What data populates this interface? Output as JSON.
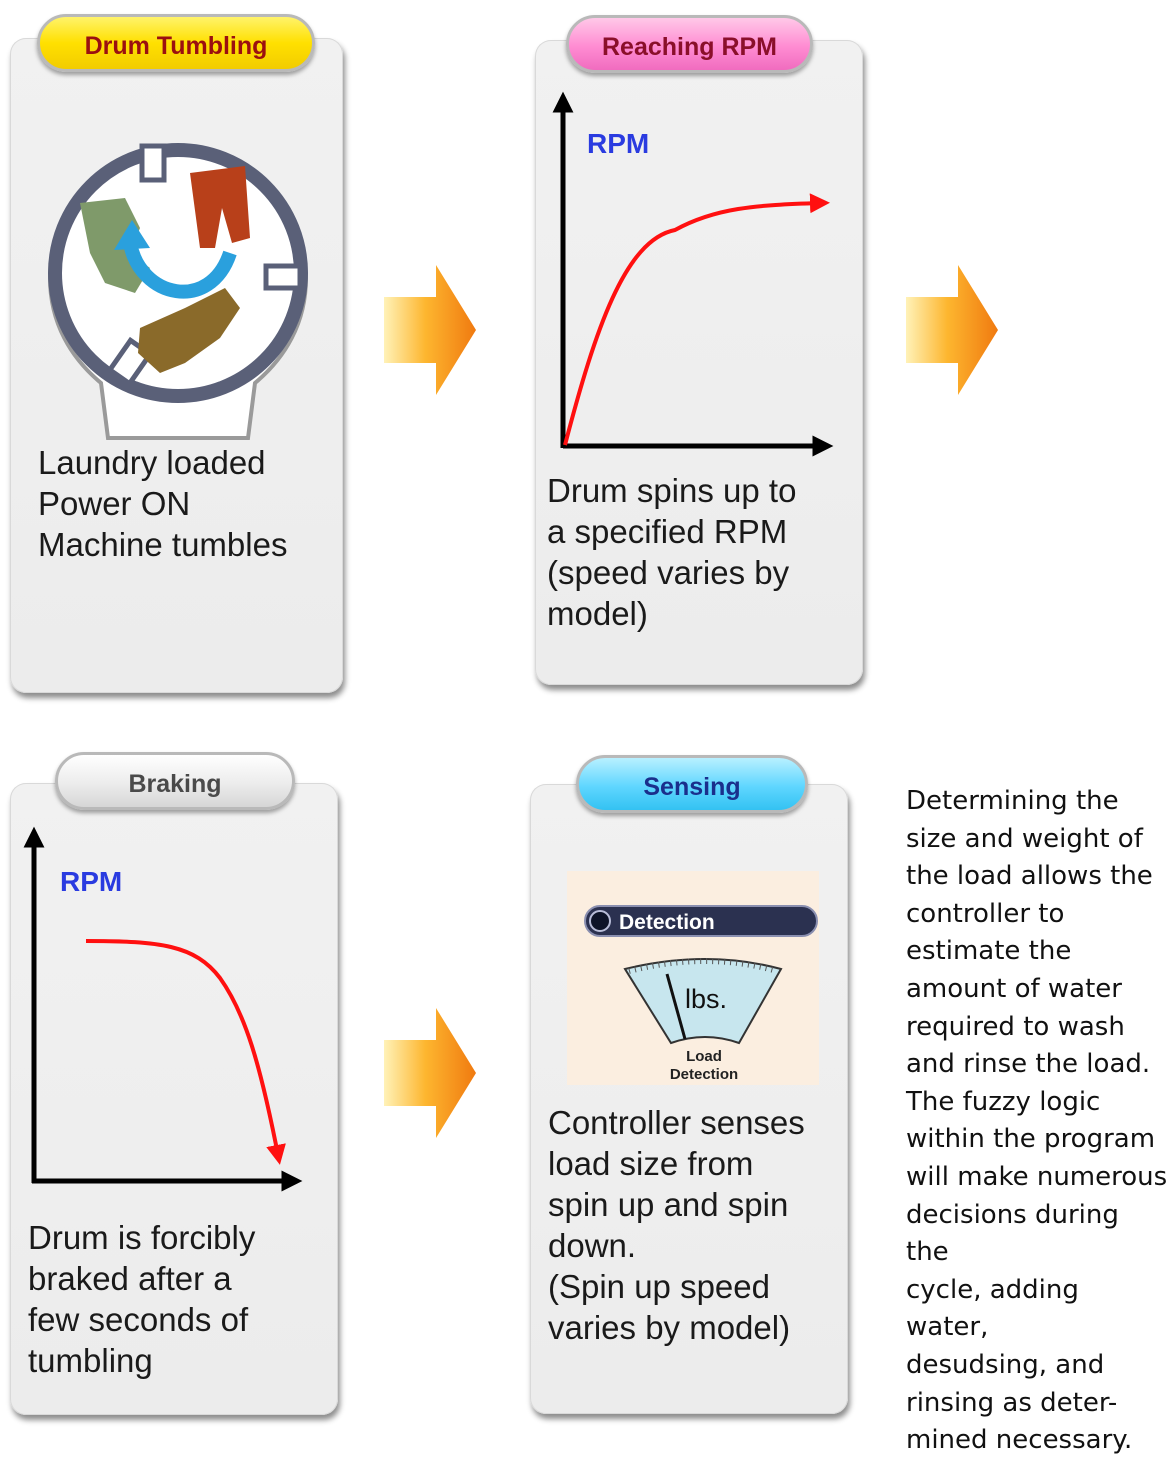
{
  "steps": [
    {
      "title": "Drum Tumbling",
      "description": "Laundry loaded\nPower ON\nMachine tumbles"
    },
    {
      "title": "Reaching RPM",
      "axis_label": "RPM",
      "description": "Drum spins up to\na specified RPM\n(speed varies by\nmodel)"
    },
    {
      "title": "Braking",
      "axis_label": "RPM",
      "description": "Drum is forcibly\nbraked after a\nfew seconds of\ntumbling"
    },
    {
      "title": "Sensing",
      "description": "Controller senses\nload size from\nspin up and spin\ndown.\n(Spin up speed\nvaries by model)",
      "panel": {
        "header": "Detection",
        "gauge_unit": "lbs.",
        "caption_line1": "Load",
        "caption_line2": "Detection"
      }
    }
  ],
  "side_note": "Determining the\nsize and weight of\nthe load allows the\ncontroller to\nestimate the\namount of water\nrequired to wash\nand rinse the load.\nThe fuzzy logic\nwithin the program\nwill make numerous\ndecisions during the\ncycle, adding water,\ndesudsing, and\nrinsing as deter-\nmined necessary.",
  "colors": {
    "arrow_orange": "#f7931e",
    "curve_red": "#ff1010",
    "rpm_blue": "#2a3be0",
    "drum_ring": "#5a6078",
    "tumble_arrow": "#2aa0dd"
  },
  "icons": [
    "drum-icon",
    "tumble-arrow-icon",
    "flow-arrow-icon",
    "detection-gauge-icon"
  ]
}
